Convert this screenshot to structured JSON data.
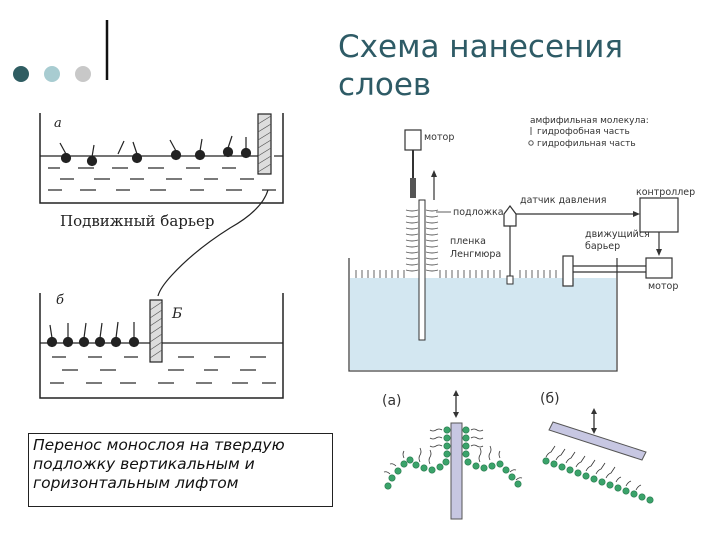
{
  "slide": {
    "title_line1": "Схема нанесения",
    "title_line2": "слоев",
    "caption": "Перенос монослоя на твердую подложку вертикальным и горизонтальным лифтом",
    "colors": {
      "title": "#2e5b66",
      "dot_dark": "#2f5d62",
      "dot_light": "#a8ccd1",
      "dot_gray": "#c8c8c8",
      "water": "#d3e7f1",
      "beads": "#3aa36a"
    }
  },
  "left_figure": {
    "panel_a_label": "а",
    "panel_b_label": "б",
    "barrier_caption": "Подвижный барьер",
    "barrier_letter": "Б"
  },
  "apparatus": {
    "motor_top": "мотор",
    "legend_title": "амфифильная молекула:",
    "legend_hydrophobic": "гидрофобная часть",
    "legend_hydrophilic": "гидрофильная часть",
    "pressure_sensor": "датчик давления",
    "controller": "контроллер",
    "substrate": "подложка",
    "film_line1": "пленка",
    "film_line2": "Ленгмюра",
    "barrier_line1": "движущийся",
    "barrier_line2": "барьер",
    "motor_bottom": "мотор"
  },
  "lift_figure": {
    "label_a": "(а)",
    "label_b": "(б)"
  }
}
